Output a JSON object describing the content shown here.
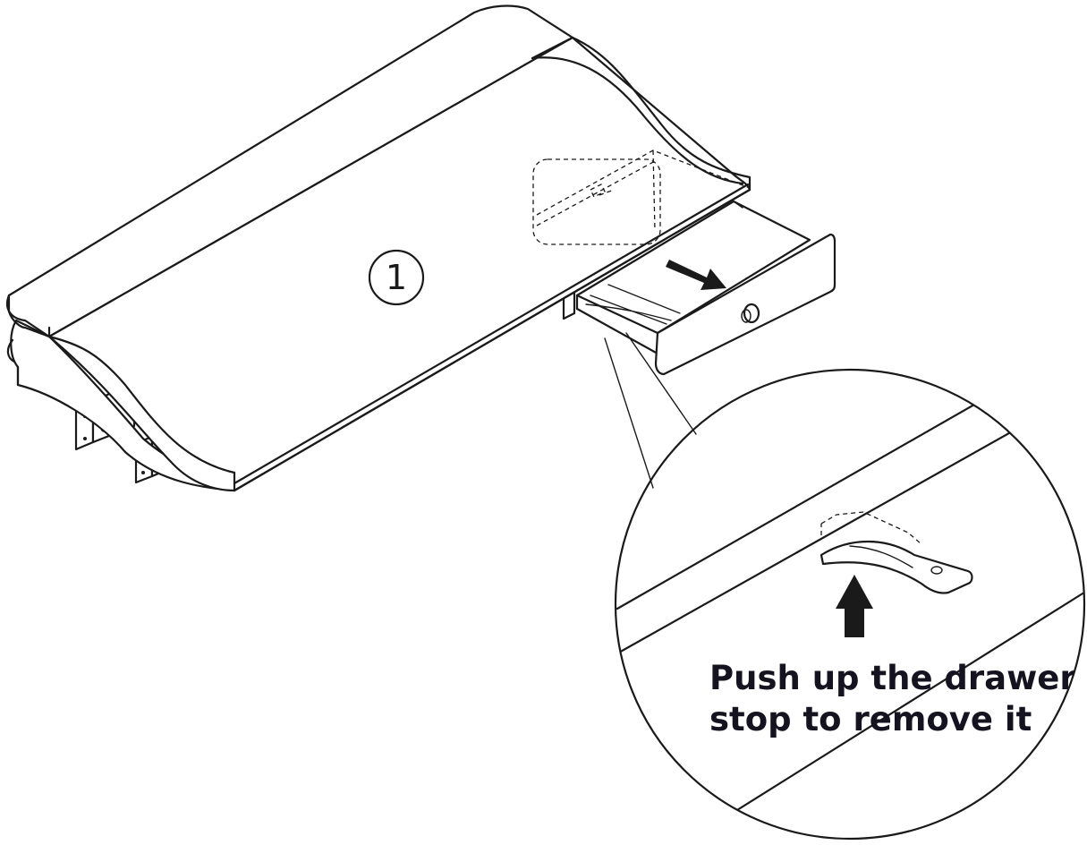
{
  "diagram": {
    "part_number": "1",
    "caption_lines": [
      "Push up the drawer",
      "stop to remove it"
    ],
    "colors": {
      "line": "#1a1a1a",
      "arrow": "#1a1a1a",
      "caption": "#15131f",
      "background": "#ffffff"
    }
  }
}
